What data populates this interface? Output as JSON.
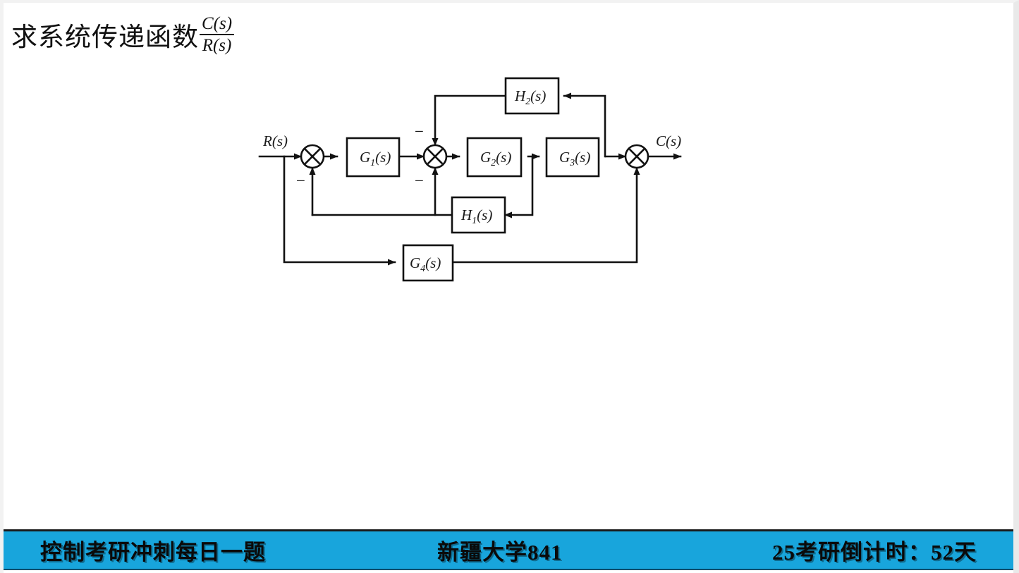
{
  "title": {
    "text_cn": "求系统传递函数",
    "fraction_numerator": "C(s)",
    "fraction_denominator": "R(s)"
  },
  "diagram": {
    "type": "control-system-block-diagram",
    "input_label": "R(s)",
    "output_label": "C(s)",
    "blocks": [
      {
        "id": "G1",
        "base": "G",
        "sub": "1",
        "tail": "(s)"
      },
      {
        "id": "G2",
        "base": "G",
        "sub": "2",
        "tail": "(s)"
      },
      {
        "id": "G3",
        "base": "G",
        "sub": "3",
        "tail": "(s)"
      },
      {
        "id": "G4",
        "base": "G",
        "sub": "4",
        "tail": "(s)"
      },
      {
        "id": "H1",
        "base": "H",
        "sub": "1",
        "tail": "(s)"
      },
      {
        "id": "H2",
        "base": "H",
        "sub": "2",
        "tail": "(s)"
      }
    ],
    "summing_junctions": [
      {
        "id": "sum1",
        "signs": [
          "-"
        ]
      },
      {
        "id": "sum2",
        "signs": [
          "-",
          "-"
        ]
      },
      {
        "id": "sum3",
        "signs": []
      }
    ],
    "sign_glyph": "−"
  },
  "banner": {
    "left": "控制考研冲刺每日一题",
    "center": "新疆大学841",
    "right": "25考研倒计时：52天",
    "background_color": "#18a5dc",
    "text_color": "#0a0a0a"
  }
}
